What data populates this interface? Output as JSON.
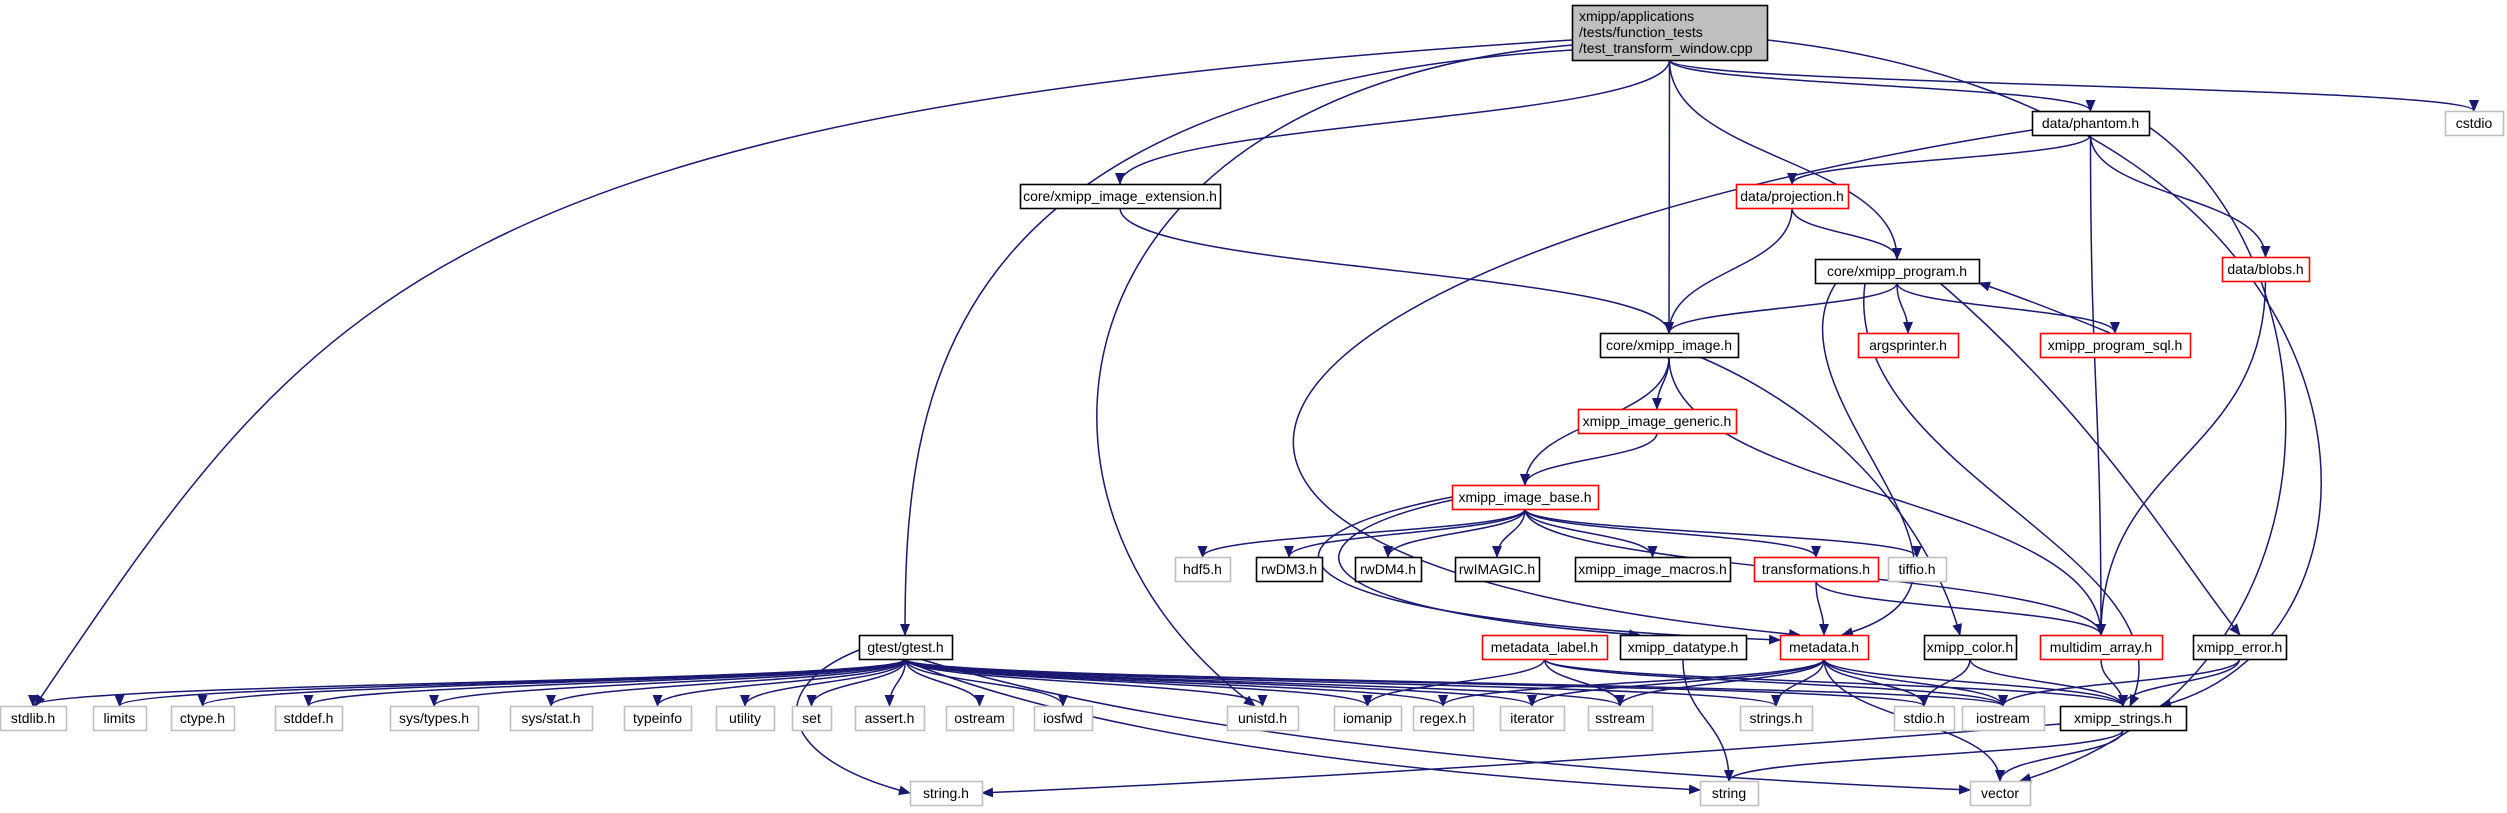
{
  "diagram": {
    "root": "xmipp/applications/tests/function_tests/test_transform_window.cpp",
    "colors": {
      "edge": "#191970",
      "root_fill": "#bfbfbf",
      "border_linked": "#000000",
      "border_truncated": "#ff0000",
      "border_external": "#bfbfbf"
    },
    "nodes": [
      {
        "id": "root",
        "label": "xmipp/applications\n/tests/function_tests\n/test_transform_window.cpp",
        "kind": "root"
      },
      {
        "id": "phantom",
        "label": "data/phantom.h",
        "kind": "linked"
      },
      {
        "id": "cstdio",
        "label": "cstdio",
        "kind": "external"
      },
      {
        "id": "extension",
        "label": "core/xmipp_image_extension.h",
        "kind": "linked"
      },
      {
        "id": "projection",
        "label": "data/projection.h",
        "kind": "truncated"
      },
      {
        "id": "blobs",
        "label": "data/blobs.h",
        "kind": "truncated"
      },
      {
        "id": "program",
        "label": "core/xmipp_program.h",
        "kind": "linked"
      },
      {
        "id": "argsprinter",
        "label": "argsprinter.h",
        "kind": "truncated"
      },
      {
        "id": "program_sql",
        "label": "xmipp_program_sql.h",
        "kind": "truncated"
      },
      {
        "id": "image",
        "label": "core/xmipp_image.h",
        "kind": "linked"
      },
      {
        "id": "image_generic",
        "label": "xmipp_image_generic.h",
        "kind": "truncated"
      },
      {
        "id": "image_base",
        "label": "xmipp_image_base.h",
        "kind": "truncated"
      },
      {
        "id": "hdf5",
        "label": "hdf5.h",
        "kind": "external"
      },
      {
        "id": "rwdm3",
        "label": "rwDM3.h",
        "kind": "linked"
      },
      {
        "id": "rwdm4",
        "label": "rwDM4.h",
        "kind": "linked"
      },
      {
        "id": "rwimagic",
        "label": "rwIMAGIC.h",
        "kind": "linked"
      },
      {
        "id": "image_macros",
        "label": "xmipp_image_macros.h",
        "kind": "linked"
      },
      {
        "id": "transformations",
        "label": "transformations.h",
        "kind": "truncated"
      },
      {
        "id": "tiffio",
        "label": "tiffio.h",
        "kind": "external"
      },
      {
        "id": "gtest",
        "label": "gtest/gtest.h",
        "kind": "linked"
      },
      {
        "id": "metadata_label",
        "label": "metadata_label.h",
        "kind": "truncated"
      },
      {
        "id": "datatype",
        "label": "xmipp_datatype.h",
        "kind": "linked"
      },
      {
        "id": "metadata",
        "label": "metadata.h",
        "kind": "truncated"
      },
      {
        "id": "color",
        "label": "xmipp_color.h",
        "kind": "linked"
      },
      {
        "id": "multidim",
        "label": "multidim_array.h",
        "kind": "truncated"
      },
      {
        "id": "error",
        "label": "xmipp_error.h",
        "kind": "linked"
      },
      {
        "id": "stdlib",
        "label": "stdlib.h",
        "kind": "external"
      },
      {
        "id": "limits",
        "label": "limits",
        "kind": "external"
      },
      {
        "id": "ctype",
        "label": "ctype.h",
        "kind": "external"
      },
      {
        "id": "stddef",
        "label": "stddef.h",
        "kind": "external"
      },
      {
        "id": "systypes",
        "label": "sys/types.h",
        "kind": "external"
      },
      {
        "id": "sysstat",
        "label": "sys/stat.h",
        "kind": "external"
      },
      {
        "id": "typeinfo",
        "label": "typeinfo",
        "kind": "external"
      },
      {
        "id": "utility",
        "label": "utility",
        "kind": "external"
      },
      {
        "id": "set",
        "label": "set",
        "kind": "external"
      },
      {
        "id": "assert",
        "label": "assert.h",
        "kind": "external"
      },
      {
        "id": "ostream",
        "label": "ostream",
        "kind": "external"
      },
      {
        "id": "iosfwd",
        "label": "iosfwd",
        "kind": "external"
      },
      {
        "id": "unistd",
        "label": "unistd.h",
        "kind": "external"
      },
      {
        "id": "iomanip",
        "label": "iomanip",
        "kind": "external"
      },
      {
        "id": "regex",
        "label": "regex.h",
        "kind": "external"
      },
      {
        "id": "iterator",
        "label": "iterator",
        "kind": "external"
      },
      {
        "id": "sstream",
        "label": "sstream",
        "kind": "external"
      },
      {
        "id": "strings",
        "label": "strings.h",
        "kind": "external"
      },
      {
        "id": "stdio",
        "label": "stdio.h",
        "kind": "external"
      },
      {
        "id": "iostream",
        "label": "iostream",
        "kind": "external"
      },
      {
        "id": "xstrings",
        "label": "xmipp_strings.h",
        "kind": "linked"
      },
      {
        "id": "stringh",
        "label": "string.h",
        "kind": "external"
      },
      {
        "id": "string",
        "label": "string",
        "kind": "external"
      },
      {
        "id": "vector",
        "label": "vector",
        "kind": "external"
      }
    ],
    "edges": [
      [
        "root",
        "stdlib"
      ],
      [
        "root",
        "gtest"
      ],
      [
        "root",
        "unistd"
      ],
      [
        "root",
        "extension"
      ],
      [
        "root",
        "image"
      ],
      [
        "root",
        "program"
      ],
      [
        "root",
        "phantom"
      ],
      [
        "root",
        "xstrings"
      ],
      [
        "root",
        "cstdio"
      ],
      [
        "phantom",
        "metadata"
      ],
      [
        "phantom",
        "projection"
      ],
      [
        "phantom",
        "multidim"
      ],
      [
        "phantom",
        "blobs"
      ],
      [
        "phantom",
        "vector"
      ],
      [
        "extension",
        "image"
      ],
      [
        "projection",
        "image"
      ],
      [
        "projection",
        "program"
      ],
      [
        "blobs",
        "multidim"
      ],
      [
        "program",
        "image"
      ],
      [
        "program",
        "argsprinter"
      ],
      [
        "program",
        "program_sql"
      ],
      [
        "program",
        "metadata"
      ],
      [
        "program",
        "error"
      ],
      [
        "program",
        "xstrings"
      ],
      [
        "program_sql",
        "program"
      ],
      [
        "image",
        "image_generic"
      ],
      [
        "image",
        "image_base"
      ],
      [
        "image",
        "color"
      ],
      [
        "image",
        "multidim"
      ],
      [
        "image_generic",
        "image_base"
      ],
      [
        "image_base",
        "hdf5"
      ],
      [
        "image_base",
        "rwdm3"
      ],
      [
        "image_base",
        "rwdm4"
      ],
      [
        "image_base",
        "rwimagic"
      ],
      [
        "image_base",
        "image_macros"
      ],
      [
        "image_base",
        "transformations"
      ],
      [
        "image_base",
        "tiffio"
      ],
      [
        "image_base",
        "metadata"
      ],
      [
        "image_base",
        "multidim"
      ],
      [
        "image_base",
        "datatype"
      ],
      [
        "transformations",
        "metadata"
      ],
      [
        "transformations",
        "multidim"
      ],
      [
        "gtest",
        "stdlib"
      ],
      [
        "gtest",
        "limits"
      ],
      [
        "gtest",
        "ctype"
      ],
      [
        "gtest",
        "stddef"
      ],
      [
        "gtest",
        "systypes"
      ],
      [
        "gtest",
        "sysstat"
      ],
      [
        "gtest",
        "typeinfo"
      ],
      [
        "gtest",
        "utility"
      ],
      [
        "gtest",
        "set"
      ],
      [
        "gtest",
        "assert"
      ],
      [
        "gtest",
        "ostream"
      ],
      [
        "gtest",
        "iosfwd"
      ],
      [
        "gtest",
        "unistd"
      ],
      [
        "gtest",
        "iomanip"
      ],
      [
        "gtest",
        "regex"
      ],
      [
        "gtest",
        "iterator"
      ],
      [
        "gtest",
        "sstream"
      ],
      [
        "gtest",
        "strings"
      ],
      [
        "gtest",
        "stdio"
      ],
      [
        "gtest",
        "iostream"
      ],
      [
        "gtest",
        "stringh"
      ],
      [
        "gtest",
        "string"
      ],
      [
        "gtest",
        "vector"
      ],
      [
        "metadata_label",
        "iomanip"
      ],
      [
        "metadata_label",
        "sstream"
      ],
      [
        "metadata_label",
        "iostream"
      ],
      [
        "metadata_label",
        "xstrings"
      ],
      [
        "datatype",
        "string"
      ],
      [
        "metadata",
        "regex"
      ],
      [
        "metadata",
        "iterator"
      ],
      [
        "metadata",
        "sstream"
      ],
      [
        "metadata",
        "strings"
      ],
      [
        "metadata",
        "stdio"
      ],
      [
        "metadata",
        "iostream"
      ],
      [
        "metadata",
        "vector"
      ],
      [
        "metadata",
        "xstrings"
      ],
      [
        "color",
        "stdio"
      ],
      [
        "color",
        "xstrings"
      ],
      [
        "multidim",
        "xstrings"
      ],
      [
        "error",
        "iostream"
      ],
      [
        "error",
        "xstrings"
      ],
      [
        "xstrings",
        "stringh"
      ],
      [
        "xstrings",
        "string"
      ],
      [
        "xstrings",
        "vector"
      ]
    ]
  }
}
